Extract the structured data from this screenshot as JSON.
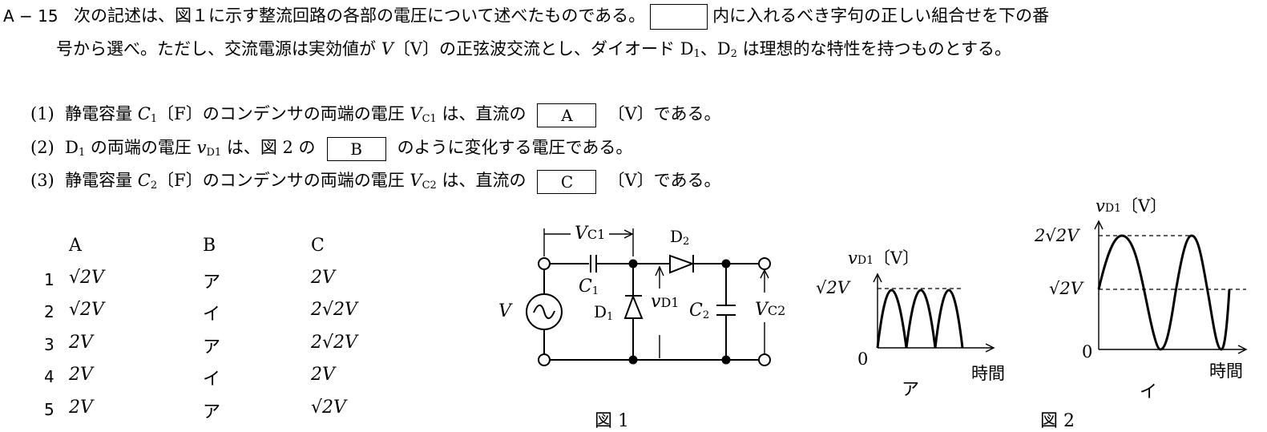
{
  "question": {
    "number": "A − 15",
    "line1_before_blank": "次の記述は、図１に示す整流回路の各部の電圧について述べたものである。",
    "line1_after_blank": "内に入れるべき字句の正しい組合せを下の番",
    "line2_part1": "号から選べ。ただし、交流電源は実効値が ",
    "line2_V": "V",
    "line2_part2": "〔V〕の正弦波交流とし、ダイオード D",
    "line2_sub1": "1",
    "line2_part3": "、D",
    "line2_sub2": "2",
    "line2_part4": " は理想的な特性を持つものとする。"
  },
  "statements": [
    {
      "num": "(1)",
      "pre": "静電容量 ",
      "sym": "C",
      "sym_sub": "1",
      "mid": "〔F〕のコンデンサの両端の電圧 ",
      "sym2": "V",
      "sym2_sub": "C1",
      "post": " は、直流の",
      "box": "A",
      "tail": "〔V〕である。"
    },
    {
      "num": "(2)",
      "pre": "D",
      "sym_sub": "1",
      "mid": " の両端の電圧 ",
      "sym2": "v",
      "sym2_sub": "D1",
      "post": " は、図 2 の",
      "box": "B",
      "tail": "のように変化する電圧である。"
    },
    {
      "num": "(3)",
      "pre": "静電容量 ",
      "sym": "C",
      "sym_sub": "2",
      "mid": "〔F〕のコンデンサの両端の電圧 ",
      "sym2": "V",
      "sym2_sub": "C2",
      "post": " は、直流の",
      "box": "C",
      "tail": "〔V〕である。"
    }
  ],
  "options": {
    "headers": [
      "A",
      "B",
      "C"
    ],
    "rows": [
      {
        "num": "1",
        "A": "√2V",
        "B": "ア",
        "C": "2V"
      },
      {
        "num": "2",
        "A": "√2V",
        "B": "イ",
        "C": "2√2V"
      },
      {
        "num": "3",
        "A": "2V",
        "B": "ア",
        "C": "2√2V"
      },
      {
        "num": "4",
        "A": "2V",
        "B": "イ",
        "C": "2V"
      },
      {
        "num": "5",
        "A": "2V",
        "B": "ア",
        "C": "√2V"
      }
    ]
  },
  "figure1": {
    "caption": "図 1",
    "labels": {
      "vc1": "V",
      "vc1_sub": "C1",
      "c1": "C",
      "c1_sub": "1",
      "d1": "D",
      "d1_sub": "1",
      "d2": "D",
      "d2_sub": "2",
      "vd1": "v",
      "vd1_sub": "D1",
      "c2": "C",
      "c2_sub": "2",
      "vc2": "V",
      "vc2_sub": "C2",
      "source": "V"
    }
  },
  "figure2": {
    "caption": "図 2",
    "graph_a": {
      "label": "ア",
      "ylabel": "v",
      "ylabel_sub": "D1",
      "yunit": "〔V〕",
      "peak": "√2V",
      "zero": "0",
      "xlabel": "時間"
    },
    "graph_b": {
      "label": "イ",
      "ylabel": "v",
      "ylabel_sub": "D1",
      "yunit": "〔V〕",
      "peak": "2√2V",
      "mid": "√2V",
      "zero": "0",
      "xlabel": "時間"
    }
  },
  "chart_data": [
    {
      "type": "line",
      "title": "ア",
      "xlabel": "時間",
      "ylabel": "vD1〔V〕",
      "y_ticks": [
        "0",
        "√2V"
      ],
      "description": "full-wave rectified sine, |√2V sin ωt|, 3 humps",
      "x": [
        0,
        0.5,
        1,
        1.5,
        2,
        2.5,
        3
      ],
      "values": [
        0,
        1.414,
        0,
        1.414,
        0,
        1.414,
        0
      ]
    },
    {
      "type": "line",
      "title": "イ",
      "xlabel": "時間",
      "ylabel": "vD1〔V〕",
      "y_ticks": [
        "0",
        "√2V",
        "2√2V"
      ],
      "description": "sine offset by √2V, ranging 0 to 2√2V",
      "x": [
        0,
        0.25,
        0.5,
        0.75,
        1,
        1.25,
        1.5,
        1.75,
        2
      ],
      "values": [
        1.414,
        2.828,
        1.414,
        0,
        1.414,
        2.828,
        1.414,
        0,
        1.414
      ]
    }
  ]
}
